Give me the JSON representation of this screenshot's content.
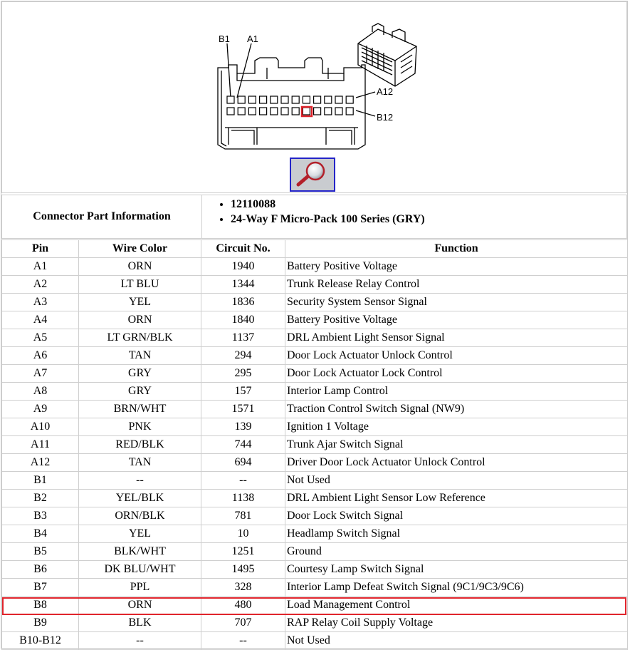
{
  "diagram": {
    "labels": {
      "b1": "B1",
      "a1": "A1",
      "a12": "A12",
      "b12": "B12"
    },
    "highlighted_pin": "B8",
    "zoom_icon": "magnifier-icon",
    "colors": {
      "highlight": "#e0242c",
      "zoom_border": "#2424c8"
    }
  },
  "connector_info": {
    "label": "Connector Part Information",
    "items": [
      "12110088",
      "24-Way F Micro-Pack 100 Series (GRY)"
    ]
  },
  "pin_table": {
    "headers": {
      "pin": "Pin",
      "wire_color": "Wire Color",
      "circuit": "Circuit No.",
      "function": "Function"
    },
    "rows": [
      {
        "pin": "A1",
        "color": "ORN",
        "circuit": "1940",
        "function": "Battery Positive Voltage"
      },
      {
        "pin": "A2",
        "color": "LT BLU",
        "circuit": "1344",
        "function": "Trunk Release Relay Control"
      },
      {
        "pin": "A3",
        "color": "YEL",
        "circuit": "1836",
        "function": "Security System Sensor Signal"
      },
      {
        "pin": "A4",
        "color": "ORN",
        "circuit": "1840",
        "function": "Battery Positive Voltage"
      },
      {
        "pin": "A5",
        "color": "LT GRN/BLK",
        "circuit": "1137",
        "function": "DRL Ambient Light Sensor Signal"
      },
      {
        "pin": "A6",
        "color": "TAN",
        "circuit": "294",
        "function": "Door Lock Actuator Unlock Control"
      },
      {
        "pin": "A7",
        "color": "GRY",
        "circuit": "295",
        "function": "Door Lock Actuator Lock Control"
      },
      {
        "pin": "A8",
        "color": "GRY",
        "circuit": "157",
        "function": "Interior Lamp Control"
      },
      {
        "pin": "A9",
        "color": "BRN/WHT",
        "circuit": "1571",
        "function": "Traction Control Switch Signal (NW9)"
      },
      {
        "pin": "A10",
        "color": "PNK",
        "circuit": "139",
        "function": "Ignition 1 Voltage"
      },
      {
        "pin": "A11",
        "color": "RED/BLK",
        "circuit": "744",
        "function": "Trunk Ajar Switch Signal"
      },
      {
        "pin": "A12",
        "color": "TAN",
        "circuit": "694",
        "function": "Driver Door Lock Actuator Unlock Control"
      },
      {
        "pin": "B1",
        "color": "--",
        "circuit": "--",
        "function": "Not Used"
      },
      {
        "pin": "B2",
        "color": "YEL/BLK",
        "circuit": "1138",
        "function": "DRL Ambient Light Sensor Low Reference"
      },
      {
        "pin": "B3",
        "color": "ORN/BLK",
        "circuit": "781",
        "function": "Door Lock Switch Signal"
      },
      {
        "pin": "B4",
        "color": "YEL",
        "circuit": "10",
        "function": "Headlamp Switch Signal"
      },
      {
        "pin": "B5",
        "color": "BLK/WHT",
        "circuit": "1251",
        "function": "Ground"
      },
      {
        "pin": "B6",
        "color": "DK BLU/WHT",
        "circuit": "1495",
        "function": "Courtesy Lamp Switch Signal"
      },
      {
        "pin": "B7",
        "color": "PPL",
        "circuit": "328",
        "function": "Interior Lamp Defeat Switch Signal (9C1/9C3/9C6)"
      },
      {
        "pin": "B8",
        "color": "ORN",
        "circuit": "480",
        "function": "Load Management Control"
      },
      {
        "pin": "B9",
        "color": "BLK",
        "circuit": "707",
        "function": "RAP Relay Coil Supply Voltage"
      },
      {
        "pin": "B10-B12",
        "color": "--",
        "circuit": "--",
        "function": "Not Used"
      }
    ]
  }
}
